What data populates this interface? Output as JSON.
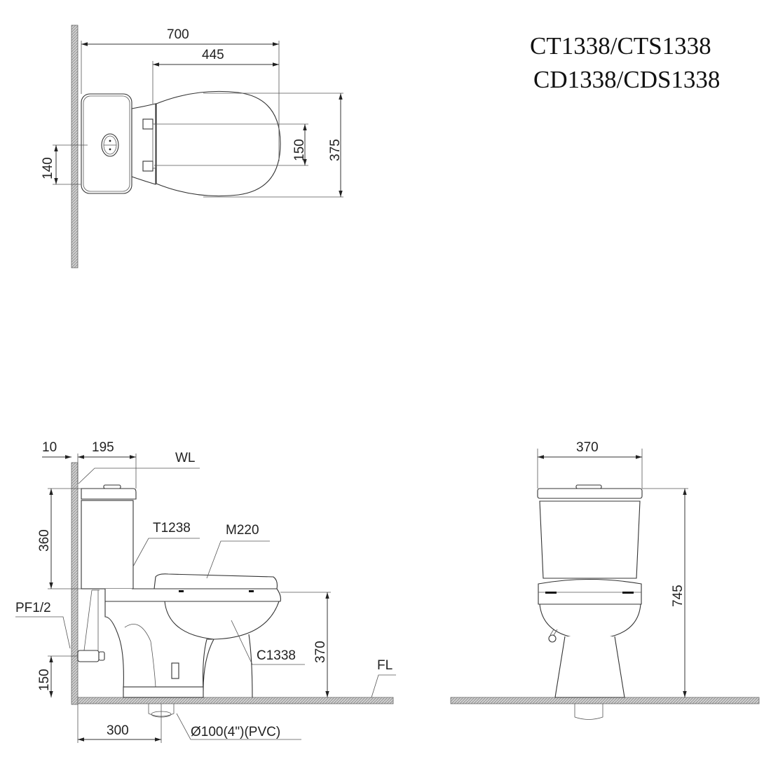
{
  "title": {
    "line1": "CT1338/CTS1338",
    "line2": "CD1338/CDS1338"
  },
  "top_view": {
    "dim_overall_length": "700",
    "dim_seat_length": "445",
    "dim_seat_hinge_spacing": "150",
    "dim_overall_width": "375",
    "dim_supply_offset": "140"
  },
  "side_view": {
    "dim_wall_gap": "10",
    "dim_tank_depth": "195",
    "label_water_level": "WL",
    "label_tank_model": "T1238",
    "label_seat_model": "M220",
    "label_bowl_model": "C1338",
    "label_supply": "PF1/2",
    "label_floor": "FL",
    "label_drain": "Ø100(4\")(PVC)",
    "dim_tank_height": "360",
    "dim_seat_height": "370",
    "dim_supply_height": "150",
    "dim_rough_in": "300"
  },
  "front_view": {
    "dim_width": "370",
    "dim_total_height": "745"
  },
  "colors": {
    "line": "#333333",
    "hatch": "#9a9a9a",
    "background": "#ffffff"
  }
}
